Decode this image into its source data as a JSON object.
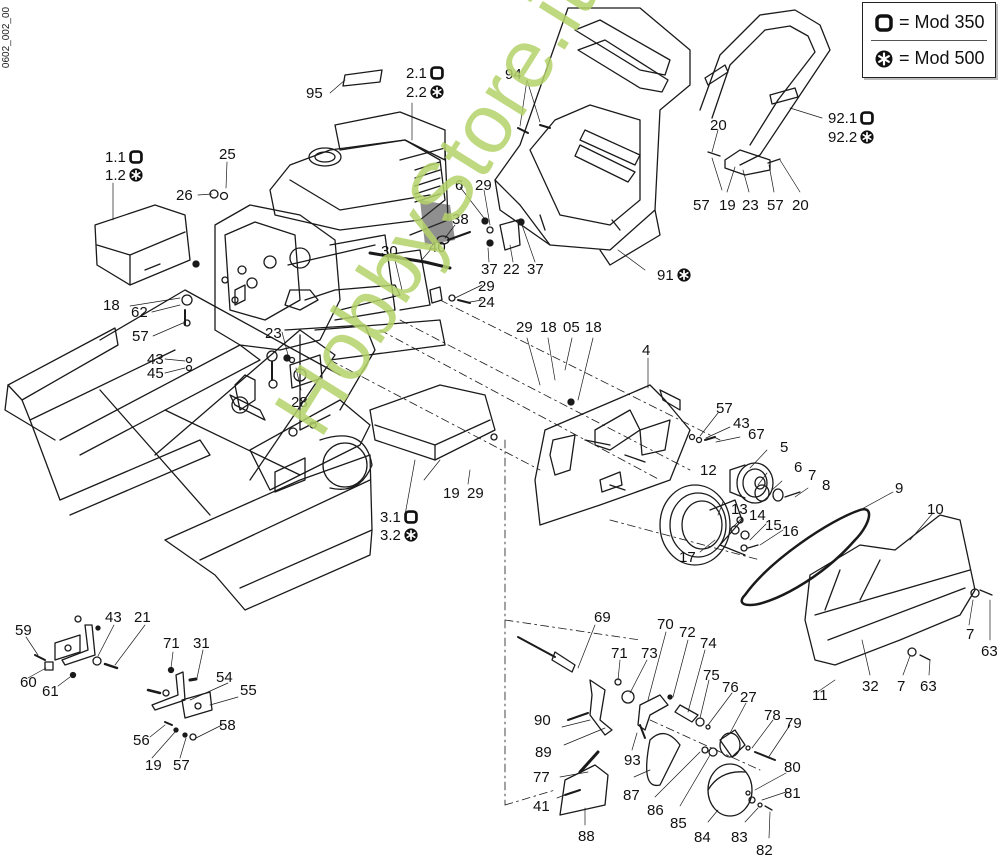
{
  "document_id": "0602_002_00",
  "legend": {
    "items": [
      {
        "symbol": "square-icon",
        "text": "= Mod 350"
      },
      {
        "symbol": "asterisk-icon",
        "text": "= Mod 500"
      }
    ]
  },
  "watermark": "HobbyStore.it",
  "colors": {
    "line": "#1a1a1a",
    "watermark": "#b5d36a"
  },
  "callouts": {
    "c95": "95",
    "c2_1": "2.1",
    "c2_2": "2.2",
    "c94": "94",
    "c1_1": "1.1",
    "c1_2": "1.2",
    "c25": "25",
    "c26": "26",
    "c6a": "6",
    "c29a": "29",
    "c38": "38",
    "c40": "40",
    "c30": "30",
    "c37a": "37",
    "c22": "22",
    "c37b": "37",
    "c29b": "29",
    "c24": "24",
    "c91": "91",
    "c20a": "20",
    "c92_1": "92.1",
    "c92_2": "92.2",
    "c57a": "57",
    "c19a": "19",
    "c23a": "23",
    "c57b": "57",
    "c20b": "20",
    "c18a": "18",
    "c62": "62",
    "c57c": "57",
    "c23b": "23",
    "c43a": "43",
    "c45": "45",
    "c28": "28",
    "c29c": "29",
    "c18b": "18",
    "c05": "05",
    "c18c": "18",
    "c4": "4",
    "c19b": "19",
    "c29d": "29",
    "c3_1": "3.1",
    "c3_2": "3.2",
    "c57d": "57",
    "c43b": "43",
    "c67": "67",
    "c5": "5",
    "c12": "12",
    "c6b": "6",
    "c7a": "7",
    "c8": "8",
    "c9": "9",
    "c10": "10",
    "c13": "13",
    "c14": "14",
    "c15": "15",
    "c16": "16",
    "c17": "17",
    "c7b": "7",
    "c63a": "63",
    "c11": "11",
    "c32": "32",
    "c7c": "7",
    "c63b": "63",
    "c59": "59",
    "c43c": "43",
    "c21": "21",
    "c60": "60",
    "c61": "61",
    "c71a": "71",
    "c31": "31",
    "c54": "54",
    "c55": "55",
    "c56": "56",
    "c19c": "19",
    "c57e": "57",
    "c58": "58",
    "c69": "69",
    "c70": "70",
    "c72": "72",
    "c74": "74",
    "c71b": "71",
    "c73": "73",
    "c75": "75",
    "c76": "76",
    "c27": "27",
    "c78": "78",
    "c79": "79",
    "c90": "90",
    "c89": "89",
    "c93": "93",
    "c77": "77",
    "c41": "41",
    "c88": "88",
    "c87": "87",
    "c86": "86",
    "c85": "85",
    "c84": "84",
    "c80": "80",
    "c81": "81",
    "c83": "83",
    "c82": "82"
  }
}
